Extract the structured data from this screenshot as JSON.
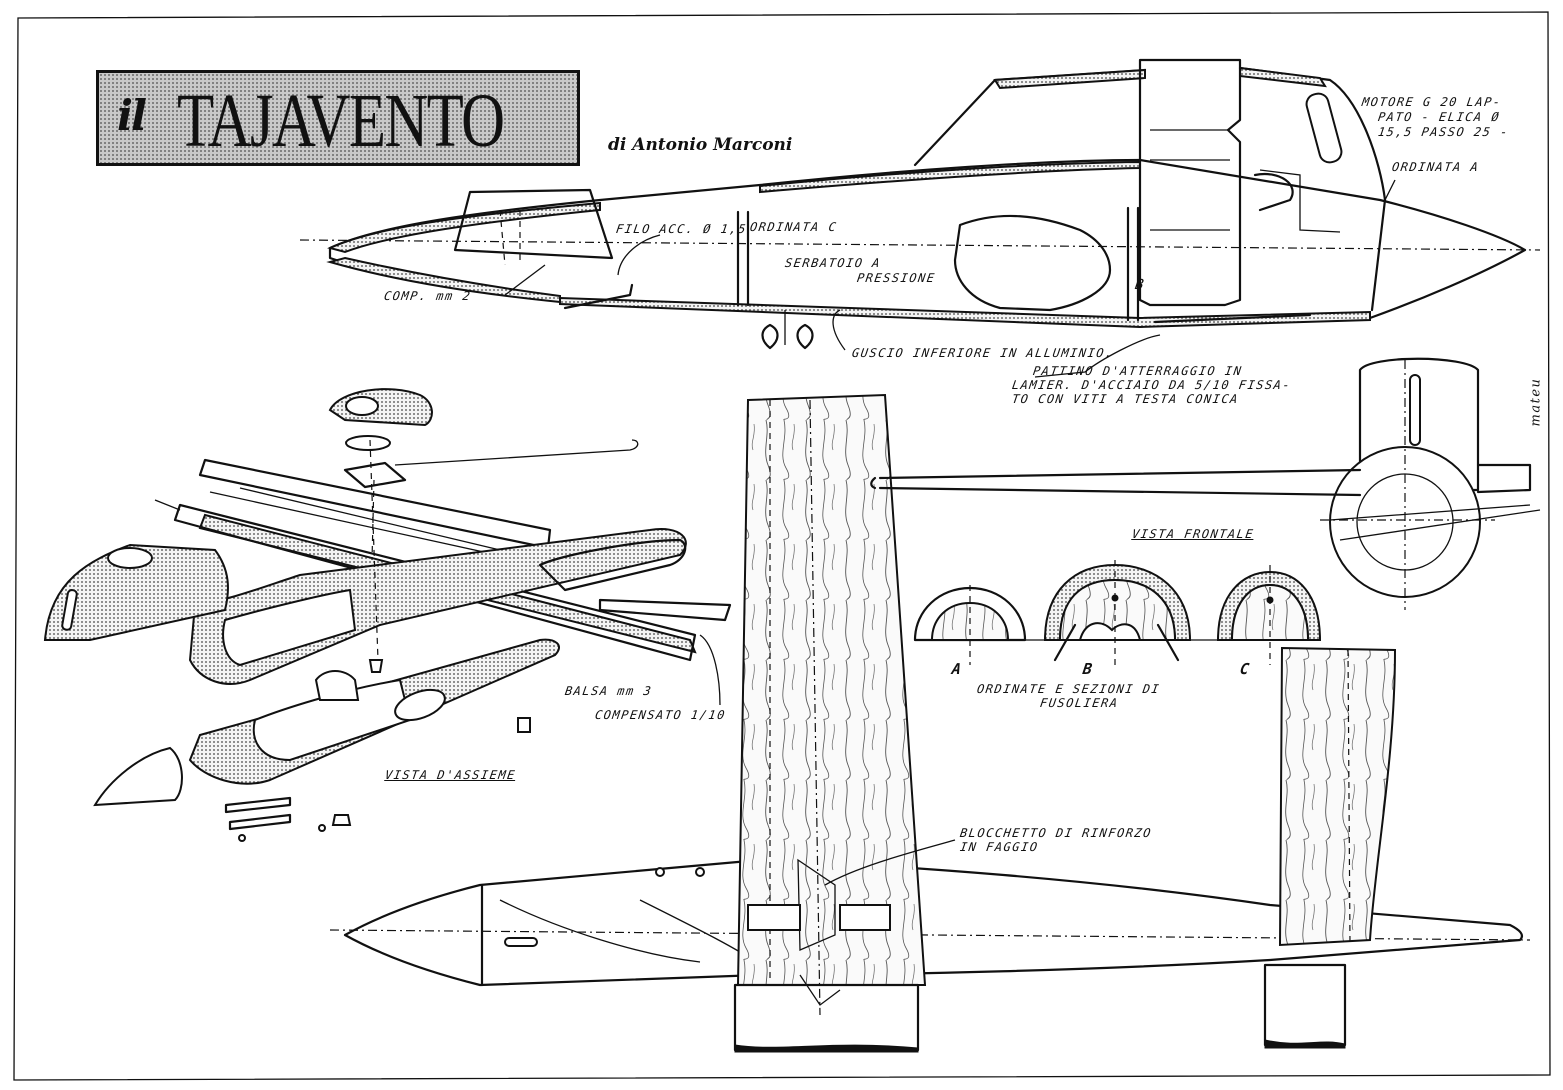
{
  "title": {
    "prefix": "il",
    "main": "TAJAVENTO"
  },
  "author": "di Antonio Marconi",
  "signature": "mateu",
  "labels": {
    "motore": [
      "MOTORE G 20 LAP-",
      "PATO - ELICA Ø",
      "15,5 PASSO 25 -"
    ],
    "ordinata_a": "ORDINATA A",
    "ordinata_c": "ORDINATA C",
    "filo": "FILO ACC. Ø 1,5",
    "serbatoio": [
      "SERBATOIO A",
      "PRESSIONE"
    ],
    "comp": "COMP. mm 2",
    "guscio": "GUSCIO INFERIORE IN ALLUMINIO.",
    "pattino": [
      "PATTINO D'ATTERRAGGIO IN",
      "LAMIER. D'ACCIAIO DA 5/10 FISSA-",
      "TO CON VITI A TESTA CONICA"
    ],
    "b_marker": "B",
    "vista_frontale": "VISTA FRONTALE",
    "ordinate_sezioni": [
      "ORDINATE E SEZIONI DI",
      "FUSOLIERA"
    ],
    "sec_a": "A",
    "sec_b": "B",
    "sec_c": "C",
    "balsa": "BALSA mm 3",
    "compensato": "COMPENSATO 1/10",
    "vista_assieme": "VISTA D'ASSIEME",
    "blocchetto": [
      "BLOCCHETTO DI RINFORZO",
      "IN FAGGIO"
    ]
  }
}
